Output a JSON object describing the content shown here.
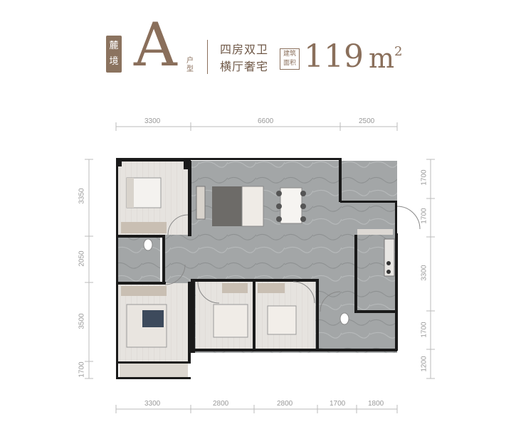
{
  "header": {
    "brand": [
      "麓",
      "境"
    ],
    "type_letter": "A",
    "type_suffix": "户型",
    "layout_line1": "四房双卫",
    "layout_line2": "横厅奢宅",
    "area_label": "建筑面积",
    "area_value": "119",
    "area_unit": "m",
    "area_sup": "2"
  },
  "dimensions": {
    "top": [
      "3300",
      "6600",
      "2500"
    ],
    "bottom": [
      "3300",
      "2800",
      "2800",
      "1700",
      "1800"
    ],
    "left": [
      "3350",
      "2050",
      "3500",
      "1700"
    ],
    "right": [
      "1700",
      "1700",
      "3300",
      "1700",
      "1200"
    ]
  },
  "colors": {
    "accent": "#8a6f5b",
    "wall": "#1a1a1a",
    "floor_stone": "#9fa2a3",
    "floor_wood": "#e3e0dc"
  }
}
